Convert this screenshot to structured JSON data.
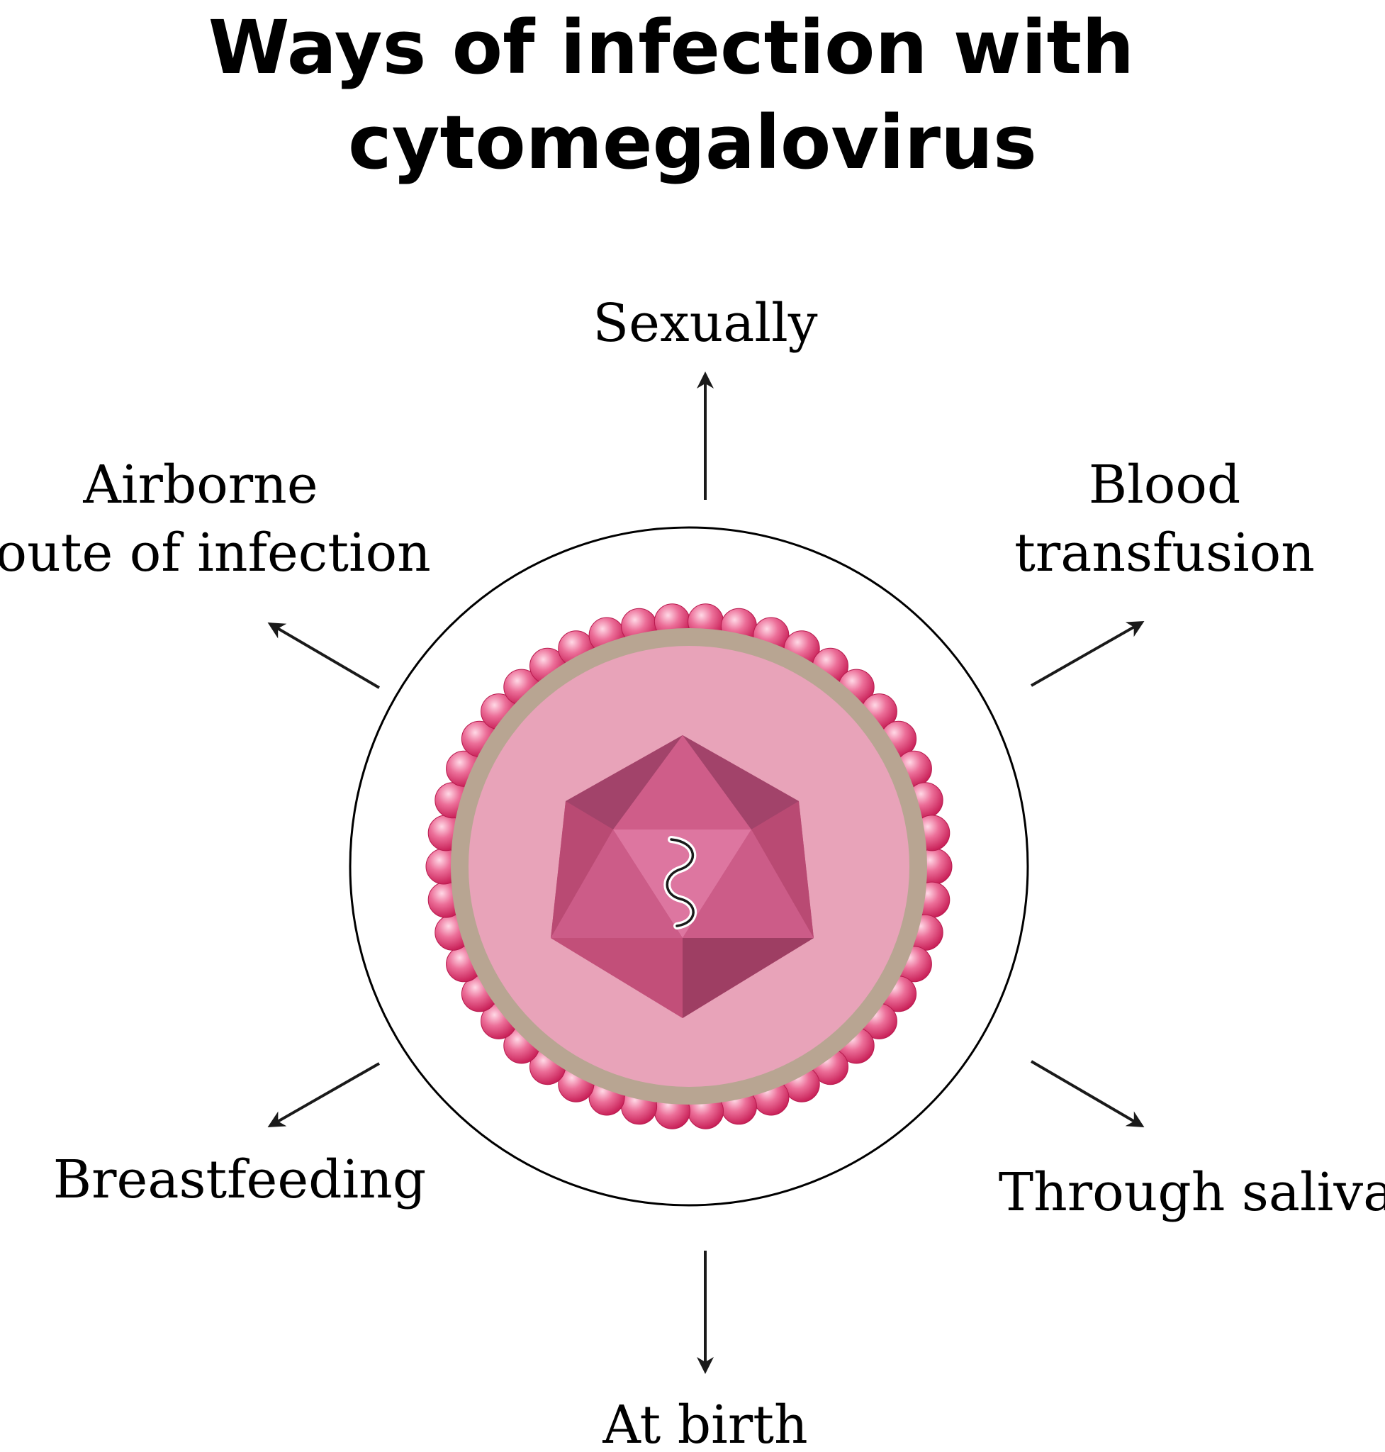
{
  "title": {
    "line1": "Ways of infection with",
    "line2": "cytomegalovirus"
  },
  "routes": {
    "top": {
      "label": "Sexually"
    },
    "top_left": {
      "line1": "Airborne",
      "line2": "route of infection"
    },
    "top_right": {
      "line1": "Blood",
      "line2": "transfusion"
    },
    "bottom_left": {
      "label": "Breastfeeding"
    },
    "bottom_right": {
      "label": "Through saliva"
    },
    "bottom": {
      "label": "At birth"
    }
  },
  "colors": {
    "background": "#ffffff",
    "text": "#000000",
    "arrow": "#1a1a1a",
    "envelope_ring": "#b8a592",
    "tegument": "#e8a3b9",
    "glycoprotein_spike": "#d92e68",
    "capsid_light": "#d05d8a",
    "capsid_mid": "#bd4b74",
    "capsid_dark": "#9e3e63"
  },
  "icons": [
    "virus-icon",
    "dna-strand-icon",
    "arrow-icon"
  ]
}
